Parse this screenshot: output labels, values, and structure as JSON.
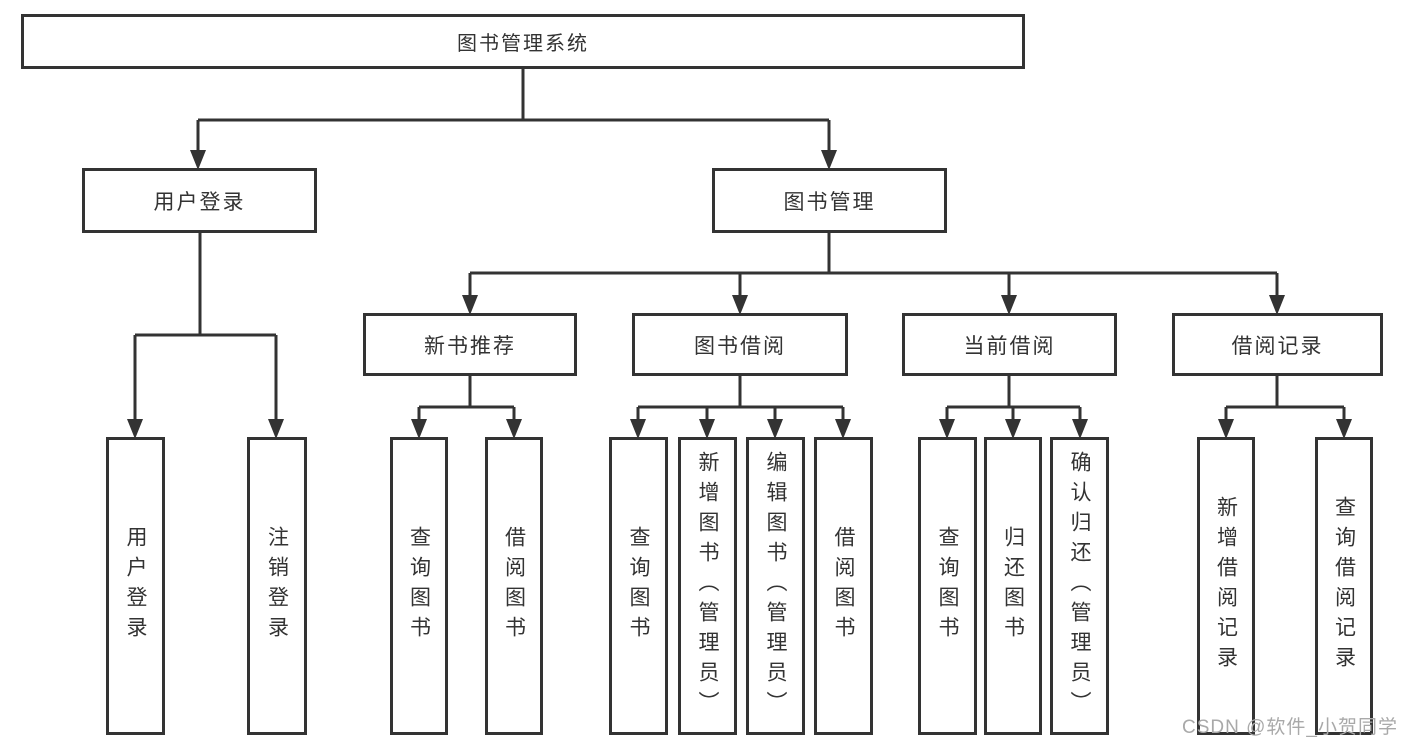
{
  "page": {
    "background": "#ffffff"
  },
  "colors": {
    "line": "#333333",
    "box_border": "#333333",
    "text": "#333333",
    "watermark": "#a9a9a9"
  },
  "tree": {
    "root": {
      "label": "图书管理系统"
    },
    "level2": [
      {
        "label": "用户登录"
      },
      {
        "label": "图书管理"
      }
    ],
    "level3": [
      {
        "label": "新书推荐"
      },
      {
        "label": "图书借阅"
      },
      {
        "label": "当前借阅"
      },
      {
        "label": "借阅记录"
      }
    ],
    "leaves": {
      "user": [
        "用户登录",
        "注销登录"
      ],
      "recommend": [
        "查询图书",
        "借阅图书"
      ],
      "borrow": [
        "查询图书",
        "新增图书（管理员）",
        "编辑图书（管理员）",
        "借阅图书"
      ],
      "current": [
        "查询图书",
        "归还图书",
        "确认归还（管理员）"
      ],
      "records": [
        "新增借阅记录",
        "查询借阅记录"
      ]
    }
  },
  "watermark": {
    "text": "CSDN @软件_小贺同学"
  }
}
